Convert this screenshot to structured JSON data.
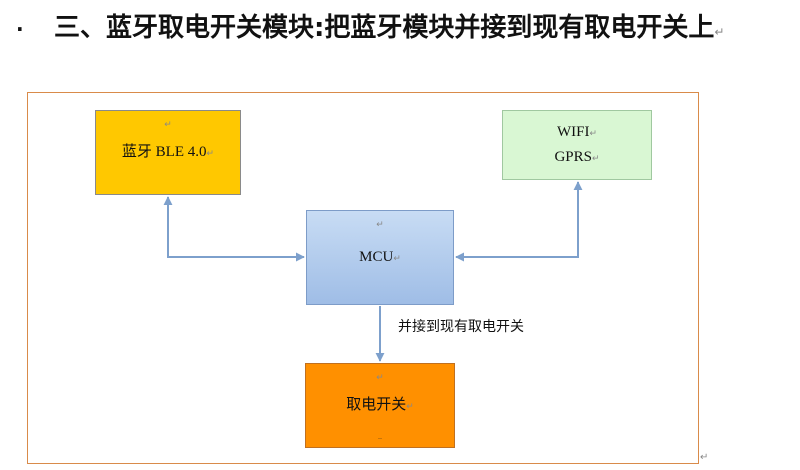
{
  "heading": {
    "bullet": "·",
    "text": "三、蓝牙取电开关模块:把蓝牙模块并接到现有取电开关上",
    "para_mark": "↵"
  },
  "diagram": {
    "bluetooth_box": {
      "label": "蓝牙 BLE 4.0",
      "para_mark": "↵",
      "color": "#ffc800"
    },
    "wifi_box": {
      "line1": "WIFI",
      "line2": "GPRS",
      "para_mark": "↵",
      "color": "#d9f7d3"
    },
    "mcu_box": {
      "label": "MCU",
      "para_mark": "↵",
      "color": "#b3cdee"
    },
    "switch_box": {
      "label": "取电开关",
      "para_mark": "↵",
      "bottom_mark": "..",
      "color": "#ff9000"
    },
    "arrow_label": "并接到现有取电开关",
    "end_mark": "↵",
    "arrow_color": "#7da0cc",
    "frame_color": "#d98b4a"
  }
}
